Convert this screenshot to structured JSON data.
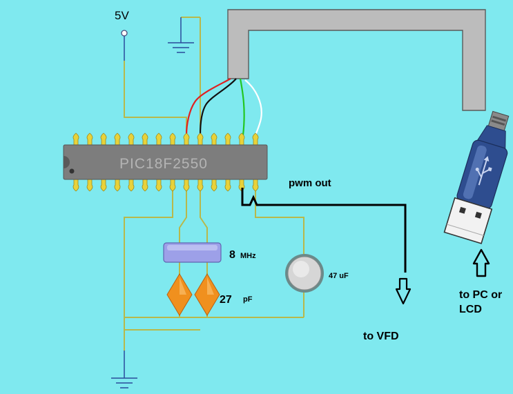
{
  "labels": {
    "supply": "5V",
    "chip": "PIC18F2550",
    "pwm": "pwm out",
    "crystal_value": "8",
    "crystal_unit": "MHz",
    "cap_value": "27",
    "cap_unit": "pF",
    "elec_cap": "47 uF",
    "vfd": "to VFD",
    "pc_line1": "to PC or",
    "pc_line2": "LCD"
  },
  "colors": {
    "background": "#7fe9ef",
    "trace": "#b8b84a",
    "ground_wire": "#2a4a9a",
    "chip_body": "#7d7d7d",
    "chip_text": "#b4b4b4",
    "pins": "#e8d23a",
    "crystal": "#9da0e8",
    "capacitor": "#f0901e",
    "cable": "#bcbcbc",
    "usb_plug": "#2e4d8f",
    "wire_red": "#e02020",
    "wire_black": "#111111",
    "wire_green": "#22c722",
    "wire_white": "#ffffff"
  },
  "icons": {
    "usb_connector": "usb-plug-icon",
    "ground": "ground-symbol-icon",
    "arrow_down": "hollow-arrow-down-icon",
    "arrow_up": "hollow-arrow-up-icon"
  }
}
